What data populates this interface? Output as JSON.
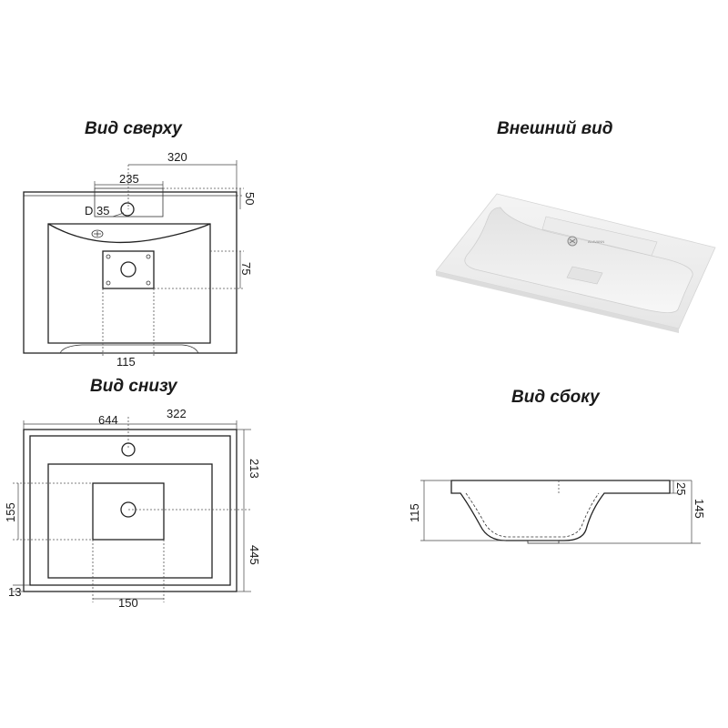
{
  "titles": {
    "top_view": "Вид сверху",
    "exterior_view": "Внешний вид",
    "bottom_view": "Вид снизу",
    "side_view": "Вид сбоку"
  },
  "top_view": {
    "dim_width_half": "320",
    "dim_tap_deck": "235",
    "dim_deck_depth": "50",
    "dim_hole_diameter": "D 35",
    "dim_drain_offset": "75",
    "dim_drain_plate": "115"
  },
  "bottom_view": {
    "dim_total_width": "644",
    "dim_half_width": "322",
    "dim_front_offset": "213",
    "dim_drain_offset": "155",
    "dim_depth": "445",
    "dim_rim": "13",
    "dim_drain_plate": "150"
  },
  "side_view": {
    "dim_bowl_depth": "115",
    "dim_rim_thickness": "25",
    "dim_total_height": "145"
  },
  "exterior": {
    "brand_mark": "ALAVANN"
  }
}
